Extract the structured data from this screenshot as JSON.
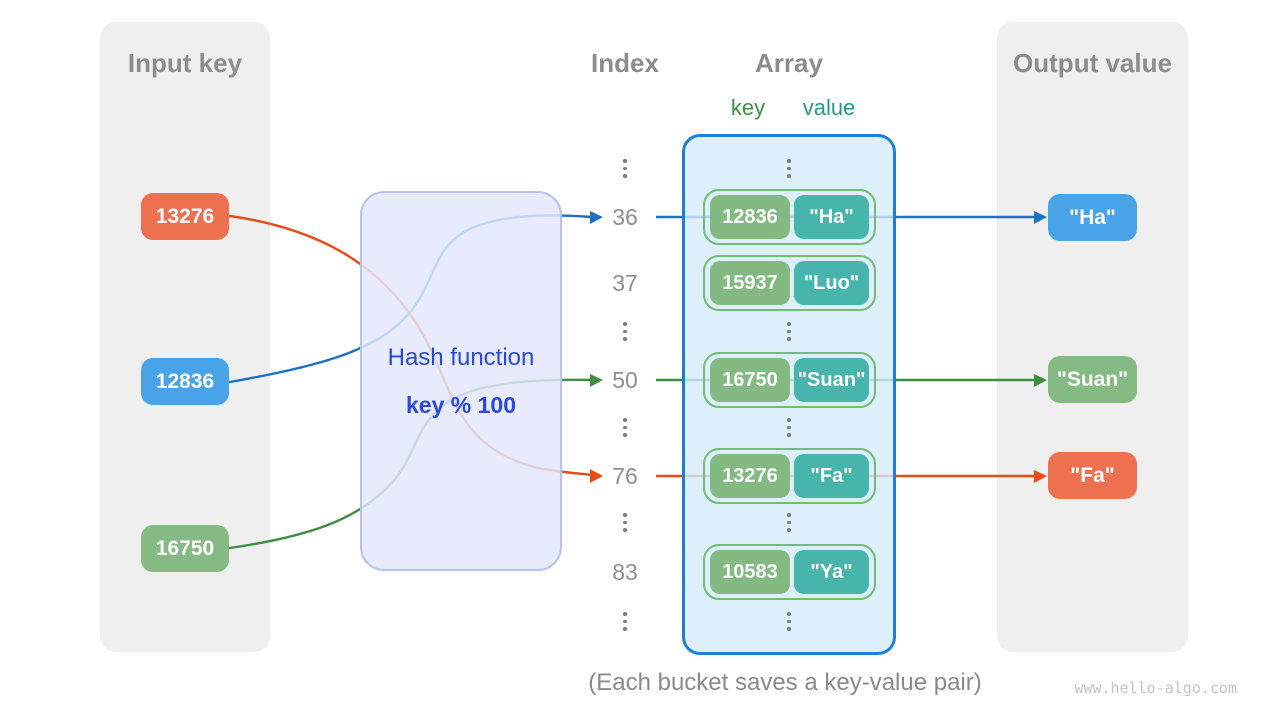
{
  "input_panel": {
    "title": "Input key",
    "keys": [
      {
        "label": "13276",
        "color": "#ed7150"
      },
      {
        "label": "12836",
        "color": "#49a3e8"
      },
      {
        "label": "16750",
        "color": "#85ba85"
      }
    ]
  },
  "hash_box": {
    "title": "Hash function",
    "formula": "key % 100"
  },
  "index_column": {
    "title": "Index",
    "ticks": [
      "36",
      "37",
      "50",
      "76",
      "83"
    ]
  },
  "array_panel": {
    "title": "Array",
    "key_header": "key",
    "value_header": "value",
    "buckets": [
      {
        "key": "12836",
        "value": "\"Ha\""
      },
      {
        "key": "15937",
        "value": "\"Luo\""
      },
      {
        "key": "16750",
        "value": "\"Suan\""
      },
      {
        "key": "13276",
        "value": "\"Fa\""
      },
      {
        "key": "10583",
        "value": "\"Ya\""
      }
    ]
  },
  "output_panel": {
    "title": "Output value",
    "values": [
      {
        "label": "\"Ha\"",
        "color": "#49a3e8"
      },
      {
        "label": "\"Suan\"",
        "color": "#85ba85"
      },
      {
        "label": "\"Fa\"",
        "color": "#ed7150"
      }
    ]
  },
  "caption": "(Each bucket saves a key-value pair)",
  "watermark": "www.hello-algo.com",
  "colors": {
    "arrow_blue": "#1d72c4",
    "arrow_green": "#3f8c43",
    "arrow_orange": "#e64c15",
    "array_border": "#1d7fd8",
    "bucket_border": "#72bd74",
    "hash_text": "#2b49d8",
    "panel_gray": "#efefef",
    "heading_gray": "#8c8c8c"
  }
}
